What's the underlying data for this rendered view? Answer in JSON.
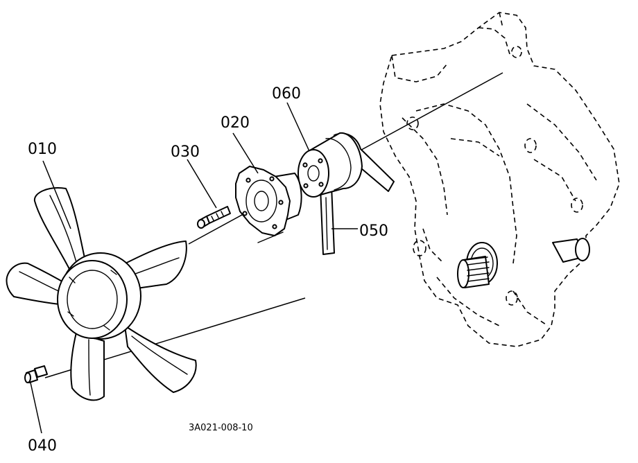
{
  "parts": [
    {
      "id": "fan",
      "label": "010"
    },
    {
      "id": "pulley-flange",
      "label": "020"
    },
    {
      "id": "flange-bolt",
      "label": "030"
    },
    {
      "id": "fan-bolt",
      "label": "040"
    },
    {
      "id": "v-belt",
      "label": "050"
    },
    {
      "id": "fan-pulley",
      "label": "060"
    }
  ],
  "figure_code": "3A021-008-10"
}
